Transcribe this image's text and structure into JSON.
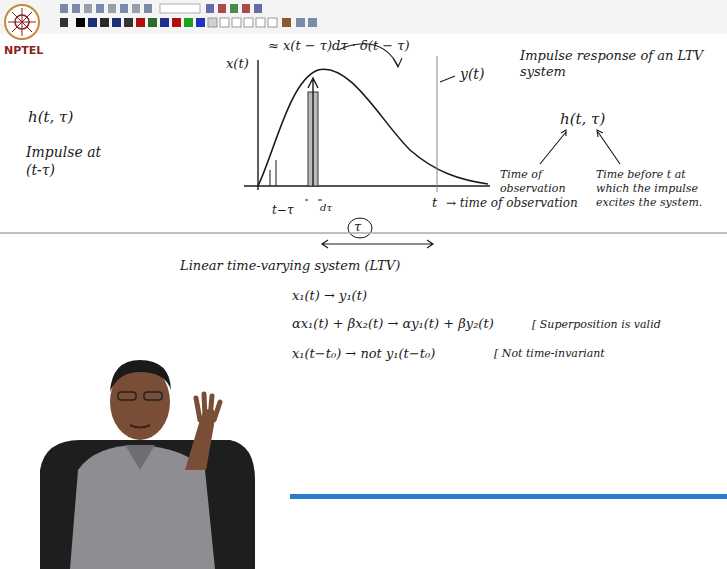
{
  "diagram": {
    "labels": [
      "NPTEL",
      "h(t, τ)",
      "Impulse at (t-τ)",
      "x(t)",
      "≈ x(t − τ)dτ · δ(t − τ)",
      "y(t)",
      "dτ",
      "t−τ",
      "τ",
      "t",
      "→ time of observation",
      "Impulse response of an LTV system",
      "h(t, τ)",
      "Time of observation",
      "Time before t at which the impulse excites the system.",
      "Linear time-varying system (LTV)",
      "x₁(t) → y₁(t)",
      "αx₁(t) + βx₂(t) → αy₁(t) + βy₂(t)",
      "[ Superposition is valid",
      "x₁(t−t₀) → not y₁(t−t₀)",
      "[ Not time-invariant"
    ]
  }
}
